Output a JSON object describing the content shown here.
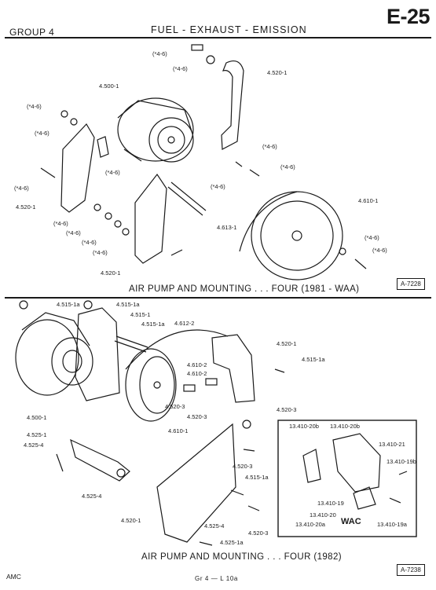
{
  "header": {
    "group": "GROUP 4",
    "section": "FUEL - EXHAUST - EMISSION",
    "page_code": "E-25"
  },
  "top_diagram": {
    "labels": [
      "(*4-6)",
      "(*4-6)",
      "4.500-1",
      "4.520-1",
      "(*4-6)",
      "(*4-6)",
      "(*4-6)",
      "(*4-6)",
      "(*4-6)",
      "(*4-6)",
      "4.520-1",
      "(*4-6)",
      "(*4-6)",
      "(*4-6)",
      "(*4-6)",
      "4.520-1",
      "(*4-6)",
      "4.613-1",
      "4.610-1",
      "(*4-6)",
      "(*4-6)"
    ],
    "caption": "AIR PUMP AND MOUNTING . . . FOUR (1981 - WAA)",
    "ref": "A-7228"
  },
  "bottom_diagram": {
    "labels": [
      "4.515-1a",
      "4.515-1a",
      "4.515-1",
      "4.515-1a",
      "4.612-2",
      "4.520-1",
      "4.515-1a",
      "4.610-2",
      "4.610-2",
      "4.520-3",
      "4.520-3",
      "4.500-1",
      "4.610-1",
      "4.520-3",
      "4.525-1",
      "4.525-4",
      "4.525-4",
      "4.520-3",
      "4.515-1a",
      "4.520-1",
      "4.525-4",
      "4.520-3",
      "4.525-1a"
    ],
    "inset": {
      "labels": [
        "13.410-20b",
        "13.410-20b",
        "13.410-21",
        "13.410-19b",
        "13.410-19",
        "13.410-20",
        "13.410-20a",
        "13.410-19a"
      ],
      "title": "WAC"
    },
    "caption": "AIR PUMP AND MOUNTING . . . FOUR (1982)",
    "ref": "A-7238"
  },
  "footer": {
    "left": "AMC",
    "center": "Gr 4 — L 10a"
  }
}
